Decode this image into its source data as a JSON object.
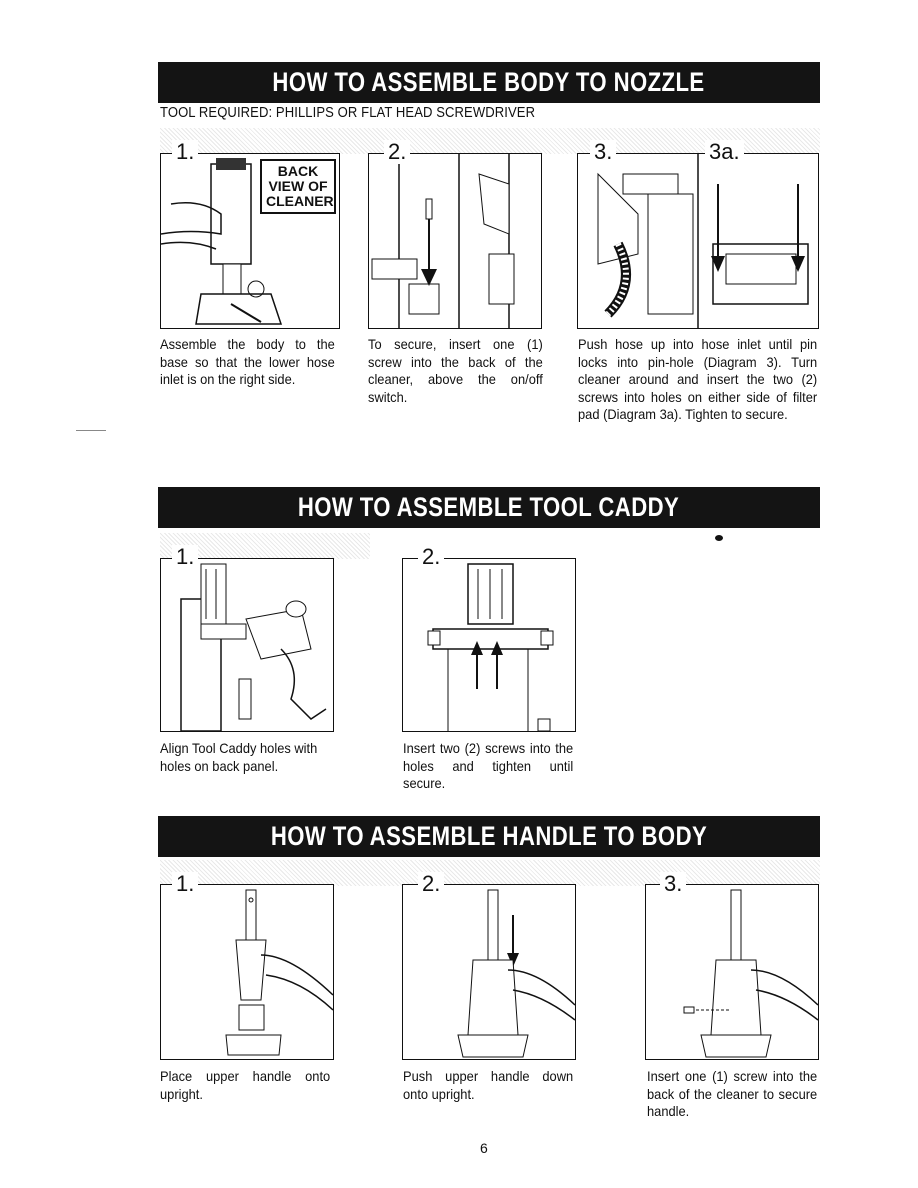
{
  "sections": {
    "body_nozzle": {
      "title": "HOW TO ASSEMBLE BODY TO NOZZLE",
      "tool_required": "TOOL REQUIRED: PHILLIPS OR FLAT HEAD SCREWDRIVER",
      "steps": [
        {
          "num": "1.",
          "label": "BACK VIEW OF CLEANER",
          "caption": "Assemble the body to the base so that the lower hose inlet is on the right side."
        },
        {
          "num": "2.",
          "caption": "To secure, insert one (1) screw into the back of the cleaner, above the on/off switch."
        },
        {
          "num": "3.",
          "num_b": "3a.",
          "caption": "Push hose up into hose inlet until pin locks into pin-hole (Diagram 3). Turn cleaner around and insert the two (2) screws into holes on either side of filter pad (Diagram 3a). Tighten to secure."
        }
      ]
    },
    "tool_caddy": {
      "title": "HOW TO ASSEMBLE TOOL CADDY",
      "steps": [
        {
          "num": "1.",
          "caption": "Align Tool Caddy holes with holes on back panel."
        },
        {
          "num": "2.",
          "caption": "Insert two (2) screws into the holes and tighten until secure."
        }
      ]
    },
    "handle_body": {
      "title": "HOW TO ASSEMBLE HANDLE TO BODY",
      "steps": [
        {
          "num": "1.",
          "caption": "Place upper handle onto upright."
        },
        {
          "num": "2.",
          "caption": "Push upper handle down onto upright."
        },
        {
          "num": "3.",
          "caption": "Insert one (1) screw into the back of the cleaner to secure handle."
        }
      ]
    }
  },
  "page_number": "6"
}
